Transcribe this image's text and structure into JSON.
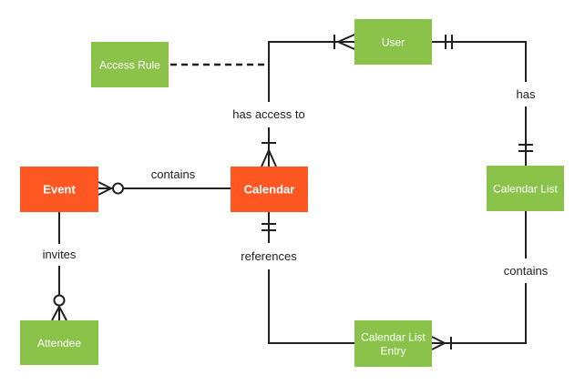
{
  "page": {
    "background": "#ffffff",
    "description": "Crow's-foot entity relationship diagram of a calendar system"
  },
  "colors": {
    "page_background": "#ffffff",
    "entity_green": "#8BC34A",
    "entity_orange": "#FF5722",
    "entity_text": "#ffffff",
    "line": "#212121",
    "label_text": "#212121"
  },
  "entities": {
    "access_rule": {
      "label": "Access Rule",
      "color": "#8BC34A"
    },
    "user": {
      "label": "User",
      "color": "#8BC34A"
    },
    "event": {
      "label": "Event",
      "color": "#FF5722"
    },
    "calendar": {
      "label": "Calendar",
      "color": "#FF5722"
    },
    "calendar_list": {
      "label": "Calendar List",
      "color": "#8BC34A"
    },
    "attendee": {
      "label": "Attendee",
      "color": "#8BC34A"
    },
    "calendar_list_entry": {
      "label": "Calendar List Entry",
      "label_line1": "Calendar List",
      "label_line2": "Entry",
      "color": "#8BC34A"
    }
  },
  "relationships": [
    {
      "from": "Calendar",
      "to": "Event",
      "label": "contains",
      "notation_at_event": "zero-or-many (circle + crow's foot)"
    },
    {
      "from": "User",
      "to": "Calendar",
      "label": "has access to",
      "notation_at_user": "one-or-many (tick + crow's foot)",
      "notation_at_calendar": "one-or-many (tick + crow's foot)"
    },
    {
      "from": "Access Rule",
      "to": "has-access-to relationship line",
      "label": "",
      "style": "dashed association"
    },
    {
      "from": "User",
      "to": "Calendar List",
      "label": "has",
      "notation_at_user": "exactly-one (double tick)",
      "notation_at_calendar_list": "exactly-one (double tick)"
    },
    {
      "from": "Event",
      "to": "Attendee",
      "label": "invites",
      "notation_at_attendee": "zero-or-many (circle + crow's foot)"
    },
    {
      "from": "Calendar",
      "to": "Calendar List Entry",
      "label": "references",
      "notation_at_calendar": "exactly-one (double tick)"
    },
    {
      "from": "Calendar List",
      "to": "Calendar List Entry",
      "label": "contains",
      "notation_at_entry": "one-or-many (crow's foot + tick)"
    }
  ]
}
